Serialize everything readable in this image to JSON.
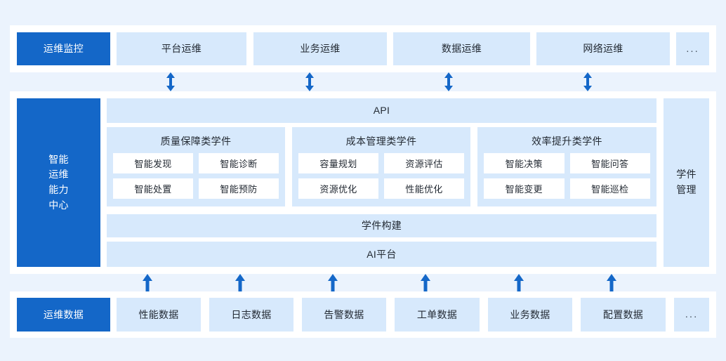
{
  "palette": {
    "page_bg": "#ebf3fd",
    "card_bg": "#ffffff",
    "accent_solid": "#1467c8",
    "accent_lite": "#d7e9fc",
    "text": "#232a33",
    "arrow": "#1467c8"
  },
  "top_row": {
    "header": {
      "label": "运维监控"
    },
    "cells": [
      {
        "label": "平台运维"
      },
      {
        "label": "业务运维"
      },
      {
        "label": "数据运维"
      },
      {
        "label": "网络运维"
      },
      {
        "label": "..."
      }
    ]
  },
  "connectors": {
    "top": {
      "icon": "double-headed-vertical-arrow-icon",
      "count": 4
    },
    "bottom": {
      "icon": "up-arrow-icon",
      "count": 6
    }
  },
  "middle": {
    "left_panel": {
      "lines": [
        "智能",
        "运维",
        "能力",
        "中心"
      ]
    },
    "right_panel": {
      "lines": [
        "学件",
        "管理"
      ]
    },
    "api_bar": {
      "label": "API"
    },
    "build_bar": {
      "label": "学件构建"
    },
    "ai_bar": {
      "label": "AI平台"
    },
    "groups": [
      {
        "title": "质量保障类学件",
        "items": [
          "智能发现",
          "智能诊断",
          "智能处置",
          "智能预防"
        ]
      },
      {
        "title": "成本管理类学件",
        "items": [
          "容量规划",
          "资源评估",
          "资源优化",
          "性能优化"
        ]
      },
      {
        "title": "效率提升类学件",
        "items": [
          "智能决策",
          "智能问答",
          "智能变更",
          "智能巡检"
        ]
      }
    ]
  },
  "bottom_row": {
    "header": {
      "label": "运维数据"
    },
    "cells": [
      {
        "label": "性能数据"
      },
      {
        "label": "日志数据"
      },
      {
        "label": "告警数据"
      },
      {
        "label": "工单数据"
      },
      {
        "label": "业务数据"
      },
      {
        "label": "配置数据"
      },
      {
        "label": "..."
      }
    ]
  }
}
